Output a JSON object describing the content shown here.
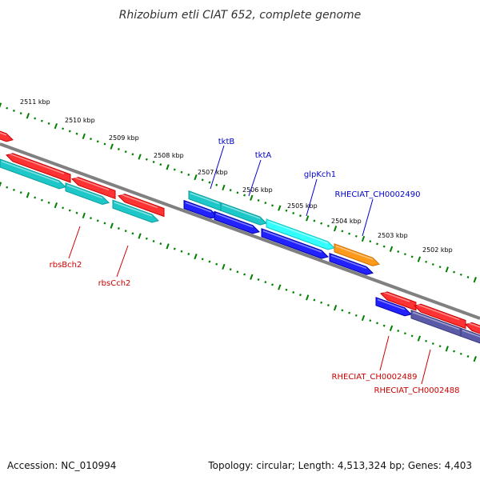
{
  "title": "Rhizobium etli CIAT 652, complete genome",
  "accession_text": "Accession: NC_010994",
  "summary_text": "Topology: circular; Length: 4,513,324 bp; Genes: 4,403",
  "colors": {
    "background": "#ffffff",
    "backbone": "#808080",
    "tick_dot": "#008000",
    "label_forward": "#0000cc",
    "label_reverse": "#cc0000",
    "callout_forward": "#0000cc",
    "callout_reverse": "#cc0000"
  },
  "ticks": [
    {
      "label": "2511 kbp"
    },
    {
      "label": "2510 kbp"
    },
    {
      "label": "2509 kbp"
    },
    {
      "label": "2508 kbp"
    },
    {
      "label": "2507 kbp"
    },
    {
      "label": "2506 kbp"
    },
    {
      "label": "2505 kbp"
    },
    {
      "label": "2504 kbp"
    },
    {
      "label": "2503 kbp"
    },
    {
      "label": "2502 kbp"
    }
  ],
  "labeled_genes": [
    {
      "name": "tktB",
      "strand": "forward"
    },
    {
      "name": "tktA",
      "strand": "forward"
    },
    {
      "name": "glpKch1",
      "strand": "forward"
    },
    {
      "name": "RHECIAT_CH0002490",
      "strand": "forward"
    },
    {
      "name": "rbsBch2",
      "strand": "reverse"
    },
    {
      "name": "rbsCch2",
      "strand": "reverse"
    },
    {
      "name": "RHECIAT_CH0002489",
      "strand": "reverse"
    },
    {
      "name": "RHECIAT_CH0002488",
      "strand": "reverse"
    }
  ]
}
